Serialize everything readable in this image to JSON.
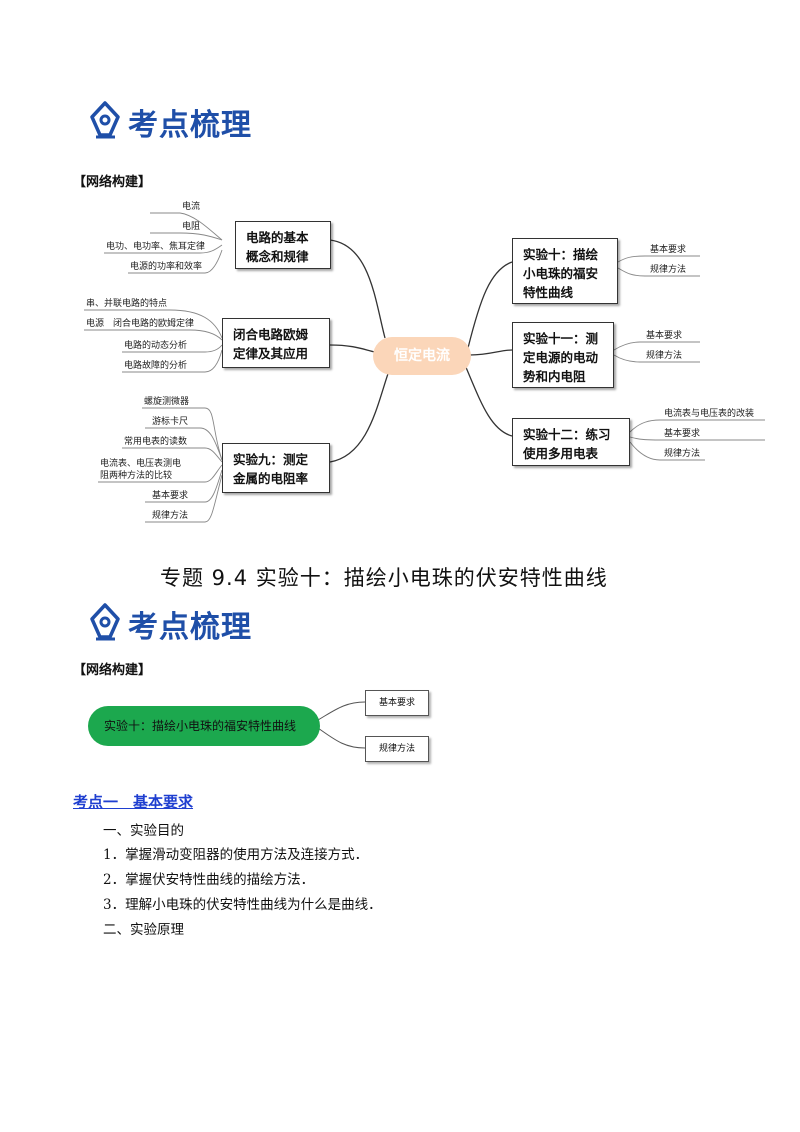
{
  "section_heading": "考点梳理",
  "network_label": "【网络构建】",
  "mindmap": {
    "center": "恒定电流",
    "left_branches": [
      {
        "title_l1": "电路的基本",
        "title_l2": "概念和规律",
        "leaves": [
          "电流",
          "电阻",
          "电功、电功率、焦耳定律",
          "电源的功率和效率"
        ]
      },
      {
        "title_l1": "闭合电路欧姆",
        "title_l2": "定律及其应用",
        "leaves": [
          "串、并联电路的特点",
          "电源　闭合电路的欧姆定律",
          "电路的动态分析",
          "电路故障的分析"
        ]
      },
      {
        "title_l1": "实验九：测定",
        "title_l2": "金属的电阻率",
        "leaves": [
          "螺旋测微器",
          "游标卡尺",
          "常用电表的读数",
          "电流表、电压表测电",
          "阻两种方法的比较",
          "基本要求",
          "规律方法"
        ]
      }
    ],
    "right_branches": [
      {
        "title_l1": "实验十：描绘",
        "title_l2": "小电珠的福安",
        "title_l3": "特性曲线",
        "leaves": [
          "基本要求",
          "规律方法"
        ]
      },
      {
        "title_l1": "实验十一：测",
        "title_l2": "定电源的电动",
        "title_l3": "势和内电阻",
        "leaves": [
          "基本要求",
          "规律方法"
        ]
      },
      {
        "title_l1": "实验十二：练习",
        "title_l2": "使用多用电表",
        "leaves": [
          "电流表与电压表的改装",
          "基本要求",
          "规律方法"
        ]
      }
    ]
  },
  "topic_title": "专题 9.4  实验十：描绘小电珠的伏安特性曲线",
  "mindmap2": {
    "center": "实验十：描绘小电珠的福安特性曲线",
    "leaves": [
      "基本要求",
      "规律方法"
    ]
  },
  "kaodian": "考点一　基本要求",
  "lines": [
    "一、实验目的",
    "1．掌握滑动变阻器的使用方法及连接方式．",
    "2．掌握伏安特性曲线的描绘方法．",
    "3．理解小电珠的伏安特性曲线为什么是曲线．",
    "二、实验原理"
  ],
  "colors": {
    "heading": "#1f4fa8",
    "center_fill": "#fbd6b9",
    "green": "#1ca84e",
    "link": "#1f3fd0"
  }
}
